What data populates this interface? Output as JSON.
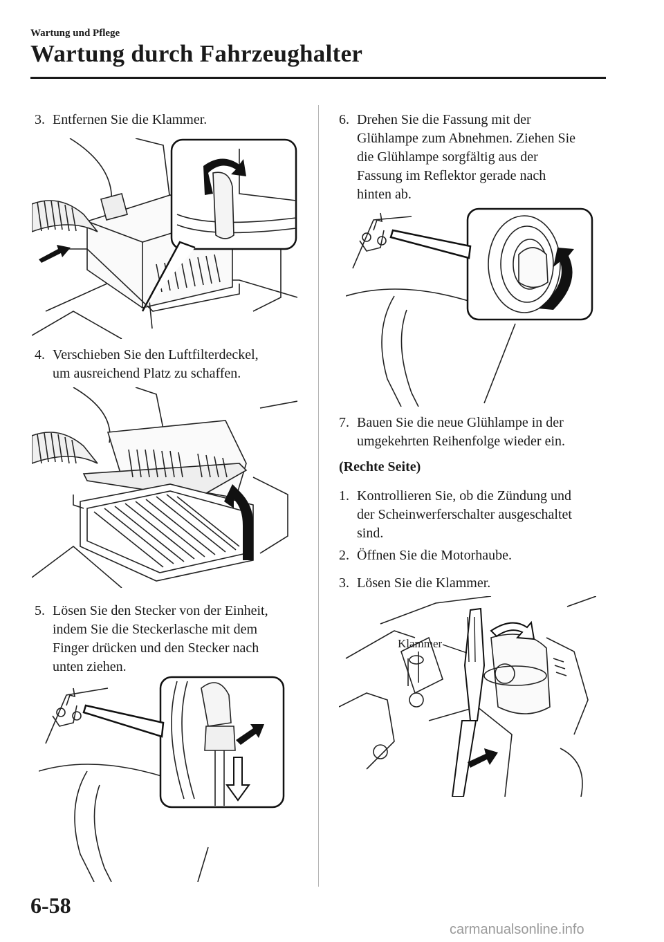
{
  "header": {
    "section": "Wartung und Pflege",
    "title": "Wartung durch Fahrzeughalter"
  },
  "left_column": {
    "step3": {
      "num": "3.",
      "lines": [
        "Entfernen Sie die Klammer."
      ]
    },
    "step4": {
      "num": "4.",
      "lines": [
        "Verschieben Sie den Luftfilterdeckel,",
        "um ausreichend Platz zu schaffen."
      ]
    },
    "step5": {
      "num": "5.",
      "lines": [
        "Lösen Sie den Stecker von der Einheit,",
        "indem Sie die Steckerlasche mit dem",
        "Finger drücken und den Stecker nach",
        "unten ziehen."
      ]
    }
  },
  "right_column": {
    "step6": {
      "num": "6.",
      "lines": [
        "Drehen Sie die Fassung mit der",
        "Glühlampe zum Abnehmen. Ziehen Sie",
        "die Glühlampe sorgfältig aus der",
        "Fassung im Reflektor gerade nach",
        "hinten ab."
      ]
    },
    "step7": {
      "num": "7.",
      "lines": [
        "Bauen Sie die neue Glühlampe in der",
        "umgekehrten Reihenfolge wieder ein."
      ]
    },
    "subheading": "(Rechte Seite)",
    "r1": {
      "num": "1.",
      "lines": [
        "Kontrollieren Sie, ob die Zündung und",
        "der Scheinwerferschalter ausgeschaltet",
        "sind."
      ]
    },
    "r2": {
      "num": "2.",
      "lines": [
        "Öffnen Sie die Motorhaube."
      ]
    },
    "r3": {
      "num": "3.",
      "lines": [
        "Lösen Sie die Klammer."
      ]
    },
    "figure_label": "Klammer"
  },
  "footer": {
    "page_number": "6-58",
    "watermark": "carmanualsonline.info"
  },
  "icons": [
    "rotate-arrow-icon",
    "push-arrow-icon",
    "pull-down-arrow-icon",
    "lift-arrow-icon"
  ]
}
